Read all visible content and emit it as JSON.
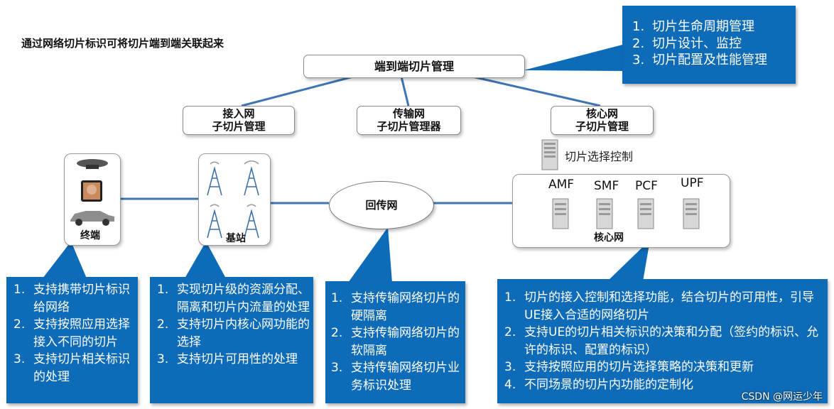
{
  "title": "通过网络切片标识可将切片端到端关联起来",
  "mgmt": {
    "label": "端到端切片管理"
  },
  "top_callout": [
    {
      "num": "1.",
      "text": "切片生命周期管理"
    },
    {
      "num": "2.",
      "text": "切片设计、监控"
    },
    {
      "num": "3.",
      "text": "切片配置及性能管理"
    }
  ],
  "subs": {
    "access": {
      "line1": "接入网",
      "line2": "子切片管理"
    },
    "transport": {
      "line1": "传输网",
      "line2": "子切片管理器"
    },
    "core": {
      "line1": "核心网",
      "line2": "子切片管理"
    }
  },
  "nodes": {
    "terminal": "终端",
    "basestation": "基站",
    "backhaul": "回传网",
    "core": "核心网",
    "slice_select": "切片选择控制",
    "nfs": [
      "AMF",
      "SMF",
      "PCF",
      "UPF"
    ]
  },
  "callouts": {
    "terminal": [
      {
        "num": "1.",
        "text": "支持携带切片标识给网络"
      },
      {
        "num": "2.",
        "text": "支持按照应用选择接入不同的切片"
      },
      {
        "num": "3.",
        "text": "支持切片相关标识的处理"
      }
    ],
    "basestation": [
      {
        "num": "1.",
        "text": "实现切片级的资源分配、隔离和切片内流量的处理"
      },
      {
        "num": "2.",
        "text": "支持切片内核心网功能的选择"
      },
      {
        "num": "3.",
        "text": "支持切片可用性的处理"
      }
    ],
    "backhaul": [
      {
        "num": "1.",
        "text": "支持传输网络切片的硬隔离"
      },
      {
        "num": "2.",
        "text": "支持传输网络切片的软隔离"
      },
      {
        "num": "3.",
        "text": "支持传输网络切片业务标识处理"
      }
    ],
    "core": [
      {
        "num": "1.",
        "text": "切片的接入控制和选择功能，结合切片的可用性，引导UE接入合适的网络切片"
      },
      {
        "num": "2.",
        "text": "支持UE的切片相关标识的决策和分配（签约的标识、允许的标识、配置的标识）"
      },
      {
        "num": "3.",
        "text": "支持按照应用的切片选择策略的决策和更新"
      },
      {
        "num": "4.",
        "text": "不同场景的切片内功能的定制化"
      }
    ]
  },
  "watermark": "CSDN @网运少年",
  "colors": {
    "callout_blue": "#0e6bb8",
    "connector": "#3f74b5"
  }
}
